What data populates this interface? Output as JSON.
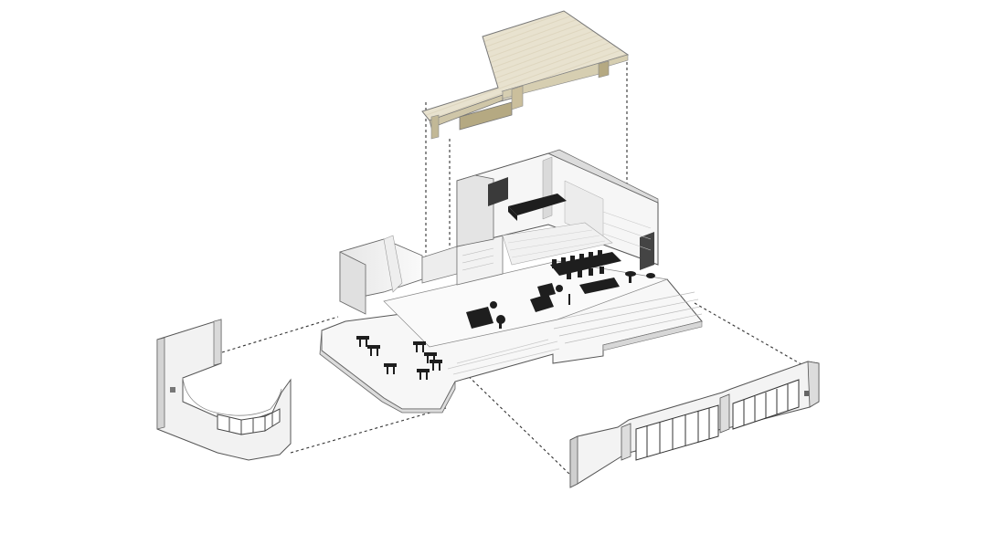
{
  "diagram": {
    "kind": "exploded-axonometric",
    "colors": {
      "background": "#ffffff",
      "wall_light": "#f4f4f4",
      "wall_mid": "#e2e2e2",
      "wall_shadow": "#cfcfcf",
      "edge": "#555555",
      "furniture": "#1e1e1e",
      "ceiling_wood": "#e8e2cf",
      "ceiling_wood_dark": "#b9ad8a",
      "guide_line": "#333333"
    },
    "components": [
      {
        "id": "ceiling-panel",
        "material": "light wood"
      },
      {
        "id": "main-floor-plan"
      },
      {
        "id": "curved-facade-wall"
      },
      {
        "id": "glazed-front-facade"
      }
    ]
  }
}
